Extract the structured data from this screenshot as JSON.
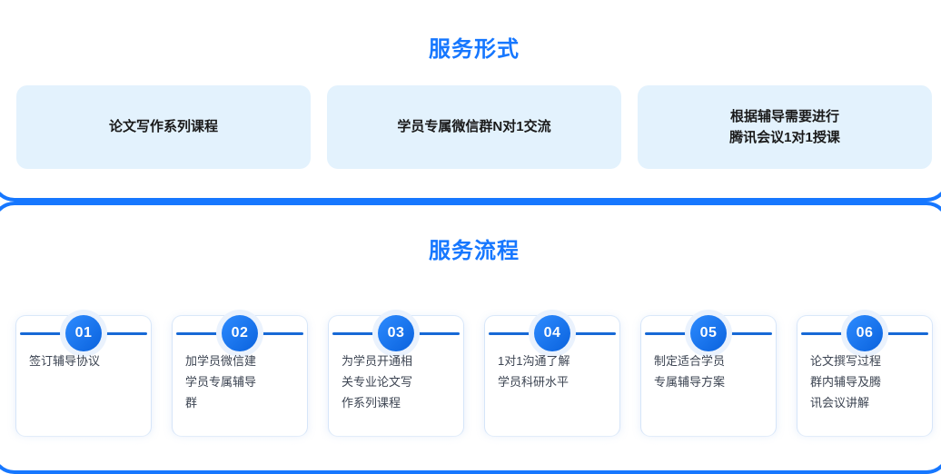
{
  "theme": {
    "accent": "#1677ff",
    "panel_border": "#1677ff",
    "card_bg": "#e3f2fd",
    "step_line": "#1769d6",
    "step_halo": "#eaf2fd",
    "text_dark": "#1a1a1a",
    "text_body": "#3c4452"
  },
  "service_format": {
    "title": "服务形式",
    "cards": [
      {
        "text": "论文写作系列课程"
      },
      {
        "text": "学员专属微信群N对1交流"
      },
      {
        "text": "根据辅导需要进行\n腾讯会议1对1授课"
      }
    ]
  },
  "service_process": {
    "title": "服务流程",
    "steps": [
      {
        "number": "01",
        "text": "签订辅导协议"
      },
      {
        "number": "02",
        "text": "加学员微信建\n学员专属辅导\n群"
      },
      {
        "number": "03",
        "text": "为学员开通相\n关专业论文写\n作系列课程"
      },
      {
        "number": "04",
        "text": "1对1沟通了解\n学员科研水平"
      },
      {
        "number": "05",
        "text": "制定适合学员\n专属辅导方案"
      },
      {
        "number": "06",
        "text": "论文撰写过程\n群内辅导及腾\n讯会议讲解"
      }
    ]
  }
}
